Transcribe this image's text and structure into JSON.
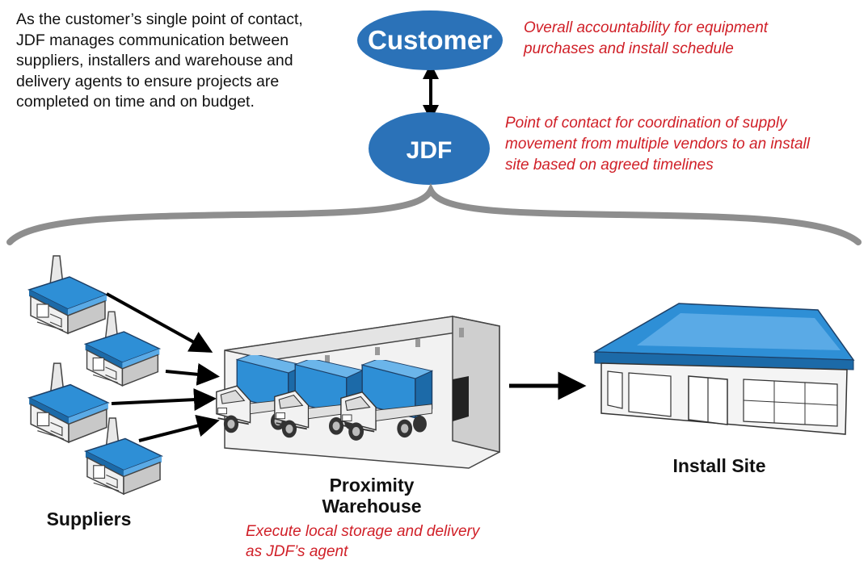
{
  "intro_text": "As the customer’s single point of contact, JDF manages communication between suppliers, installers and warehouse and delivery agents to ensure projects are completed on time and on budget.",
  "customer": {
    "label": "Customer",
    "description_lines": [
      "Overall accountability for equipment",
      "purchases and install schedule"
    ]
  },
  "jdf": {
    "label": "JDF",
    "description_lines": [
      "Point of contact for coordination of supply",
      "movement from multiple vendors to an install",
      "site based on agreed timelines"
    ]
  },
  "suppliers": {
    "label": "Suppliers"
  },
  "warehouse": {
    "label_lines": [
      "Proximity",
      "Warehouse"
    ],
    "description_lines": [
      "Execute local storage  and delivery",
      "as JDF’s agent"
    ]
  },
  "install_site": {
    "label": "Install Site"
  },
  "colors": {
    "bubble_blue": "#2b72b8",
    "accent_blue": "#2e8fd6",
    "red_text": "#d01f27",
    "brace_gray": "#8e8e8e"
  }
}
